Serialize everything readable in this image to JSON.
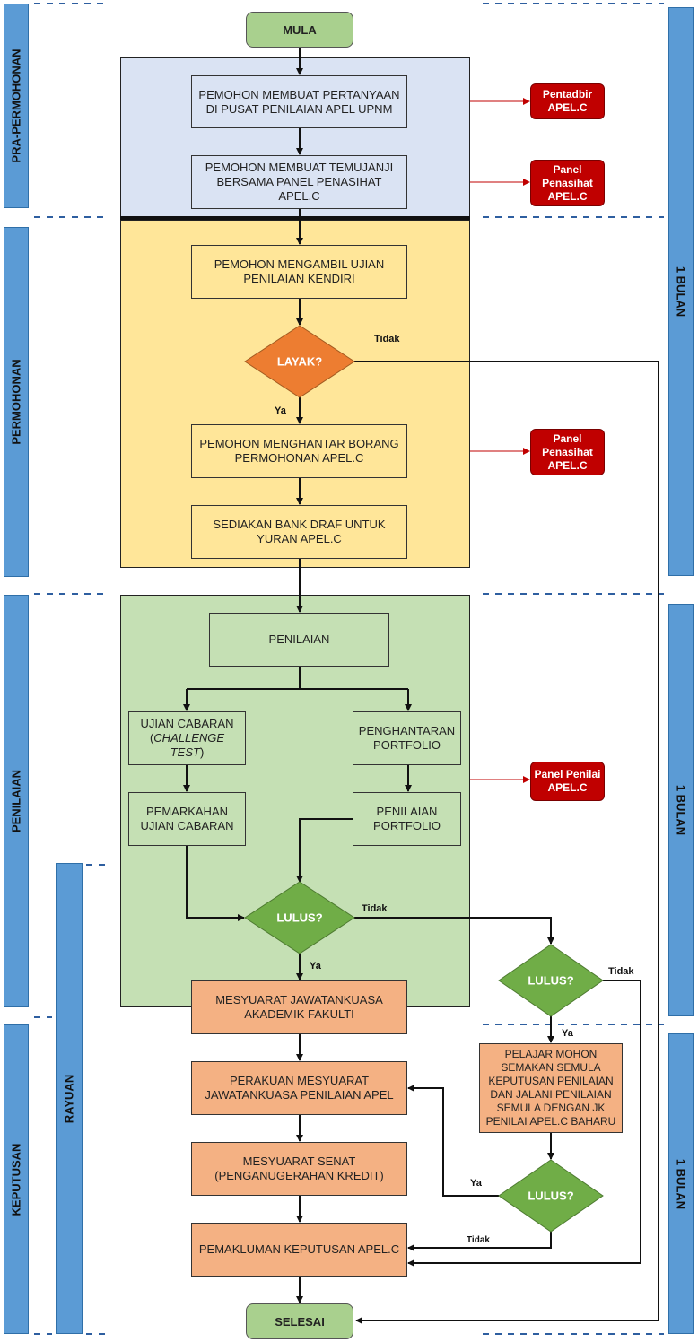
{
  "colors": {
    "pra": "#dae3f3",
    "permohonan": "#ffe699",
    "penilaian": "#c5e0b4",
    "keputusan": "#f4b183",
    "diamond_orange": "#ed7d31",
    "diamond_green": "#70ad47",
    "terminal": "#a9d08e",
    "red": "#c00000",
    "phase": "#5b9bd5"
  },
  "phases": {
    "pra": "PRA-PERMOHONAN",
    "permohonan": "PERMOHONAN",
    "penilaian": "PENILAIAN",
    "keputusan": "KEPUTUSAN",
    "rayuan": "RAYUAN"
  },
  "durations": [
    "1 BULAN",
    "1 BULAN",
    "1 BULAN"
  ],
  "start": "MULA",
  "end": "SELESAI",
  "steps": {
    "pertanyaan": "PEMOHON MEMBUAT PERTANYAAN DI PUSAT PENILAIAN APEL UPNM",
    "temujanji": "PEMOHON MEMBUAT TEMUJANJI BERSAMA PANEL PENASIHAT APEL.C",
    "ujian_kendiri": "PEMOHON MENGAMBIL UJIAN PENILAIAN KENDIRI",
    "borang": "PEMOHON MENGHANTAR BORANG PERMOHONAN APEL.C",
    "bank_draf": "SEDIAKAN BANK DRAF UNTUK YURAN APEL.C",
    "penilaian": "PENILAIAN",
    "ujian_cabaran_a": "UJIAN CABARAN",
    "ujian_cabaran_b": "CHALLENGE TEST",
    "portfolio": "PENGHANTARAN PORTFOLIO",
    "pemarkahan": "PEMARKAHAN UJIAN CABARAN",
    "penilaian_portfolio": "PENILAIAN PORTFOLIO",
    "mesyuarat_jk": "MESYUARAT JAWATANKUASA AKADEMIK FAKULTI",
    "perakuan": "PERAKUAN MESYUARAT JAWATANKUASA PENILAIAN APEL",
    "senat": "MESYUARAT SENAT (PENGANUGERAHAN KREDIT)",
    "pemakluman": "PEMAKLUMAN KEPUTUSAN APEL.C",
    "semakan": "PELAJAR MOHON SEMAKAN SEMULA KEPUTUSAN PENILAIAN DAN JALANI PENILAIAN SEMULA DENGAN JK PENILAI APEL.C BAHARU"
  },
  "decisions": {
    "layak": "LAYAK?",
    "lulus1": "LULUS?",
    "lulus2": "LULUS?",
    "lulus3": "LULUS?"
  },
  "roles": {
    "pentadbir": "Pentadbir APEL.C",
    "penasihat1": "Panel Penasihat APEL.C",
    "penasihat2": "Panel Penasihat APEL.C",
    "penilai": "Panel Penilai APEL.C"
  },
  "labels": {
    "tidak1": "Tidak",
    "ya1": "Ya",
    "tidak2": "Tidak",
    "ya2": "Ya",
    "tidak3": "Tidak",
    "ya3": "Ya",
    "ya4": "Ya",
    "tidak4": "Tidak"
  }
}
